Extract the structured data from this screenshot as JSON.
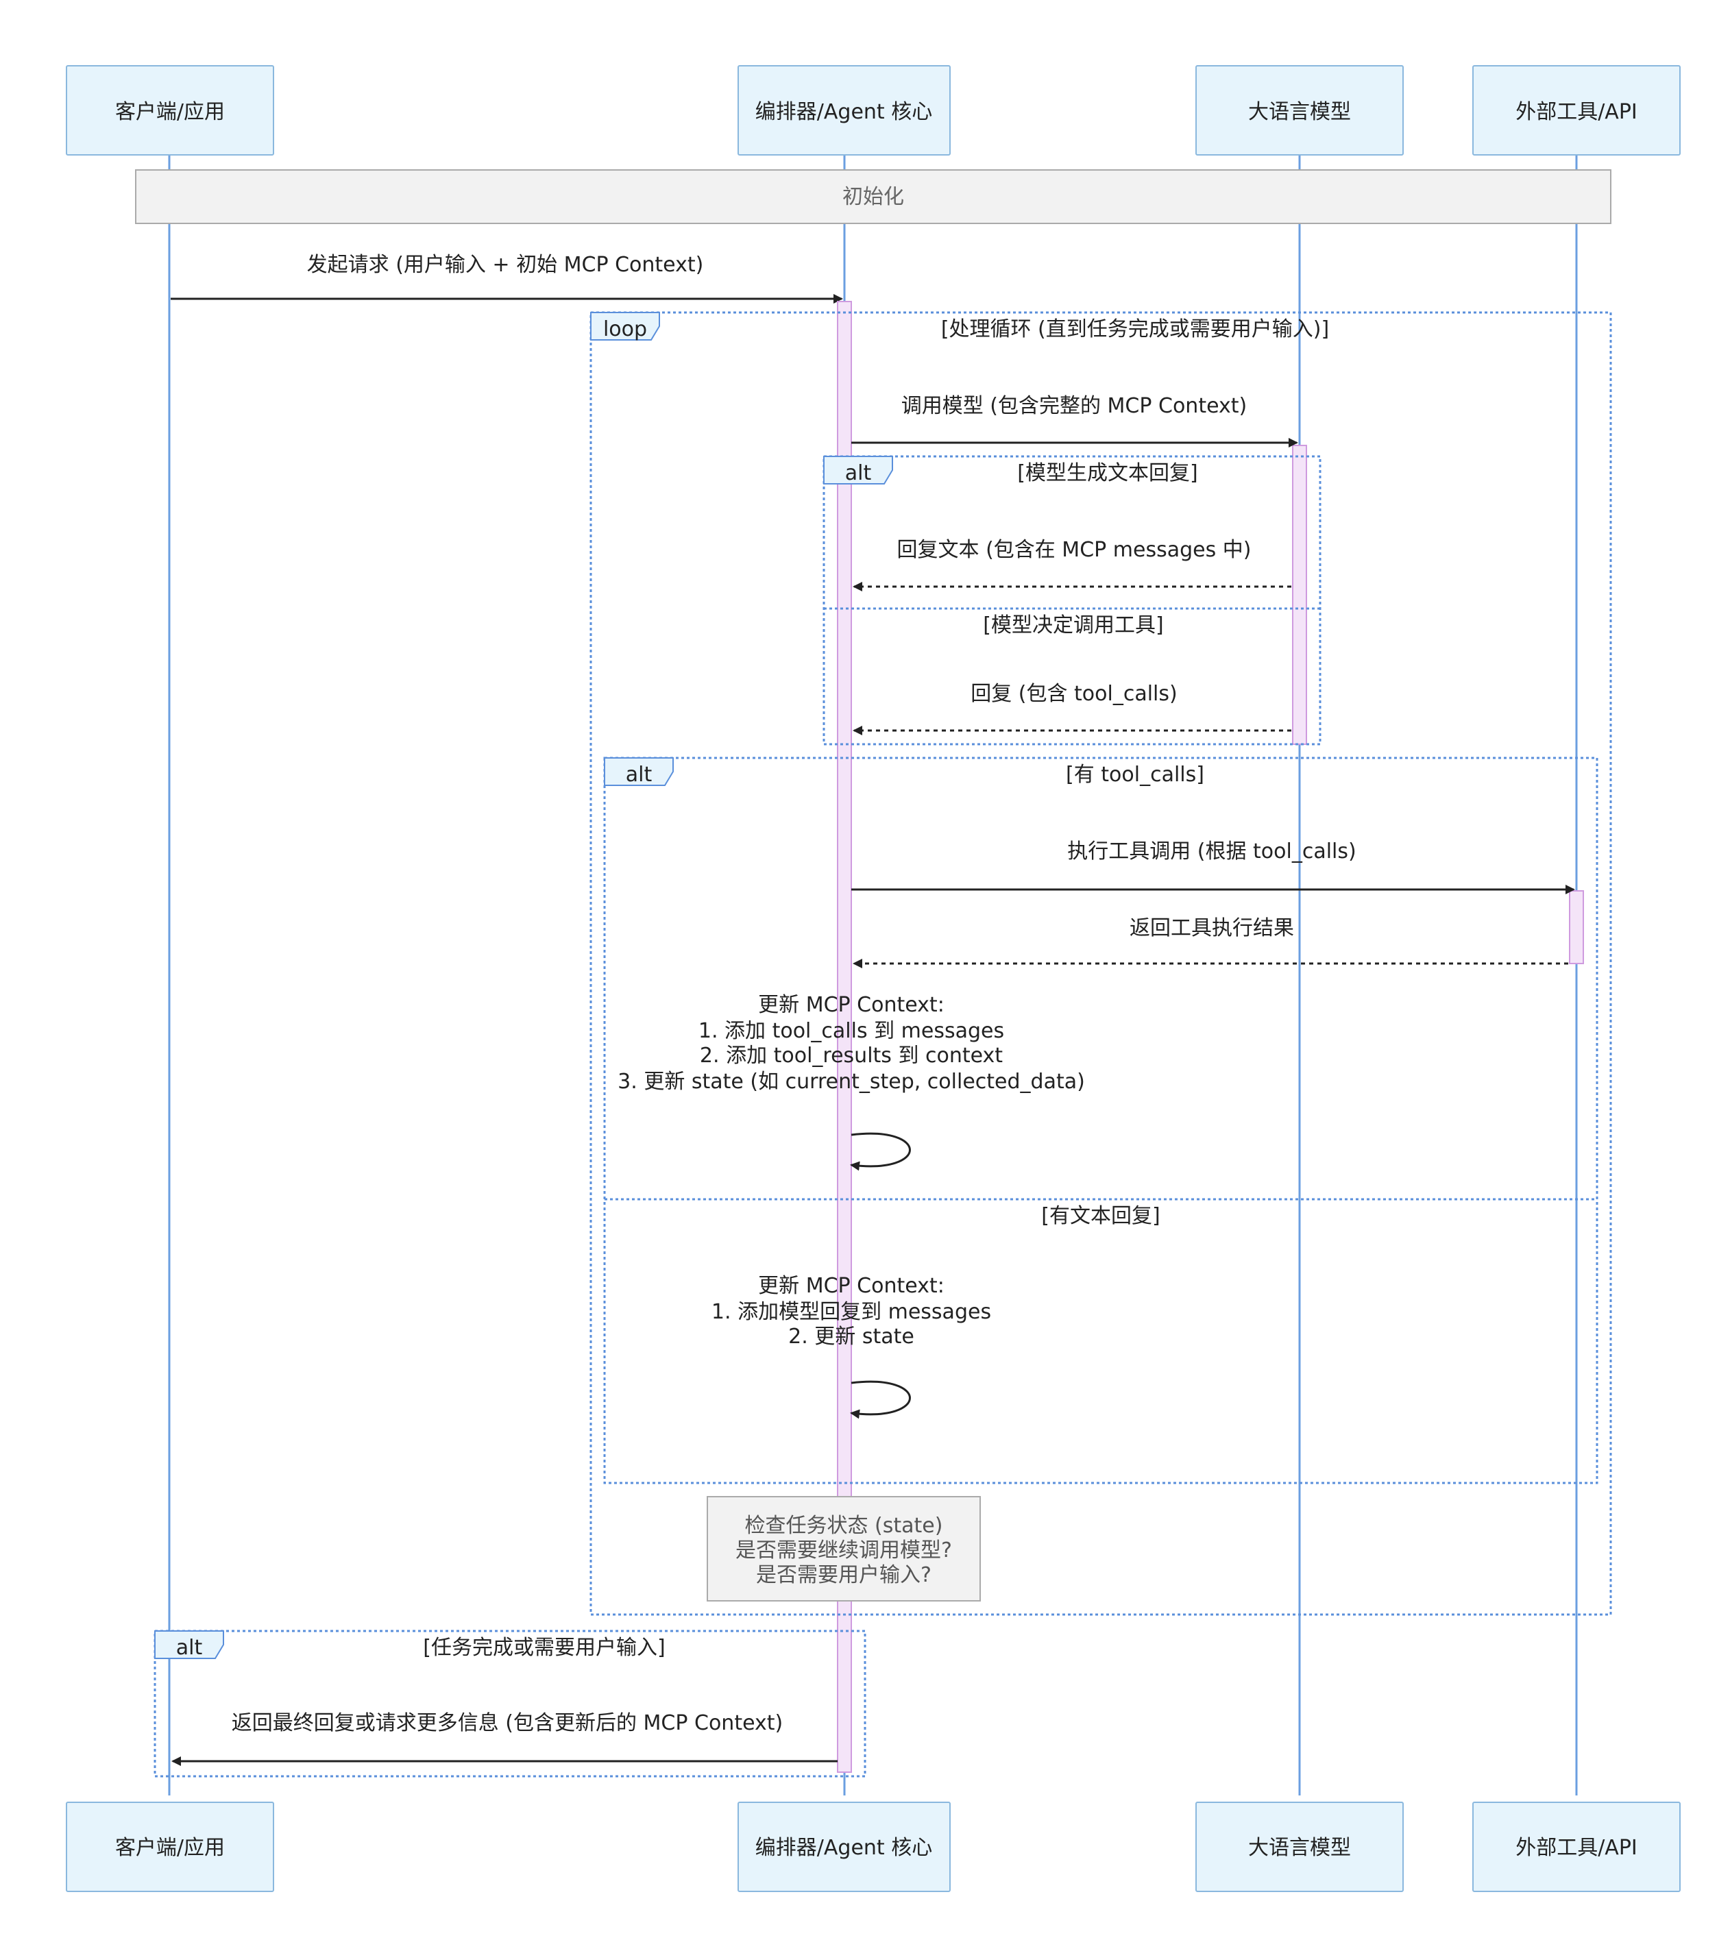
{
  "colors": {
    "actor_fill": "#e6f4fc",
    "actor_stroke": "#8ab8de",
    "lifeline": "#6b9fe0",
    "activation_fill": "#f4e4f8",
    "activation_stroke": "#cf9bdf",
    "frame_stroke": "#5a8fdb",
    "tag_fill": "#e6f4fc",
    "note_fill": "#f2f2f2",
    "note_stroke": "#aaaaaa",
    "message": "#222222"
  },
  "actors": {
    "client": "客户端/应用",
    "orchestrator": "编排器/Agent 核心",
    "llm": "大语言模型",
    "tools": "外部工具/API"
  },
  "init_note": "初始化",
  "messages": {
    "m1": "发起请求 (用户输入 + 初始 MCP Context)",
    "m2": "调用模型 (包含完整的 MCP Context)",
    "m3": "回复文本 (包含在 MCP messages 中)",
    "m4": "回复 (包含 tool_calls)",
    "m5": "执行工具调用 (根据 tool_calls)",
    "m6": "返回工具执行结果",
    "self1": [
      "更新 MCP Context:",
      "1. 添加 tool_calls 到 messages",
      "2. 添加 tool_results 到 context",
      "3. 更新 state (如 current_step, collected_data)"
    ],
    "self2": [
      "更新 MCP Context:",
      "1. 添加模型回复到 messages",
      "2. 更新 state"
    ],
    "m7": "返回最终回复或请求更多信息 (包含更新后的 MCP Context)"
  },
  "frames": {
    "loop_tag": "loop",
    "loop_condition": "[处理循环 (直到任务完成或需要用户输入)]",
    "alt1_tag": "alt",
    "alt1_condition": "[模型生成文本回复]",
    "alt1_else": "[模型决定调用工具]",
    "alt2_tag": "alt",
    "alt2_condition": "[有 tool_calls]",
    "alt2_else": "[有文本回复]",
    "alt3_tag": "alt",
    "alt3_condition": "[任务完成或需要用户输入]"
  },
  "check_note": [
    "检查任务状态 (state)",
    "是否需要继续调用模型?",
    "是否需要用户输入?"
  ]
}
